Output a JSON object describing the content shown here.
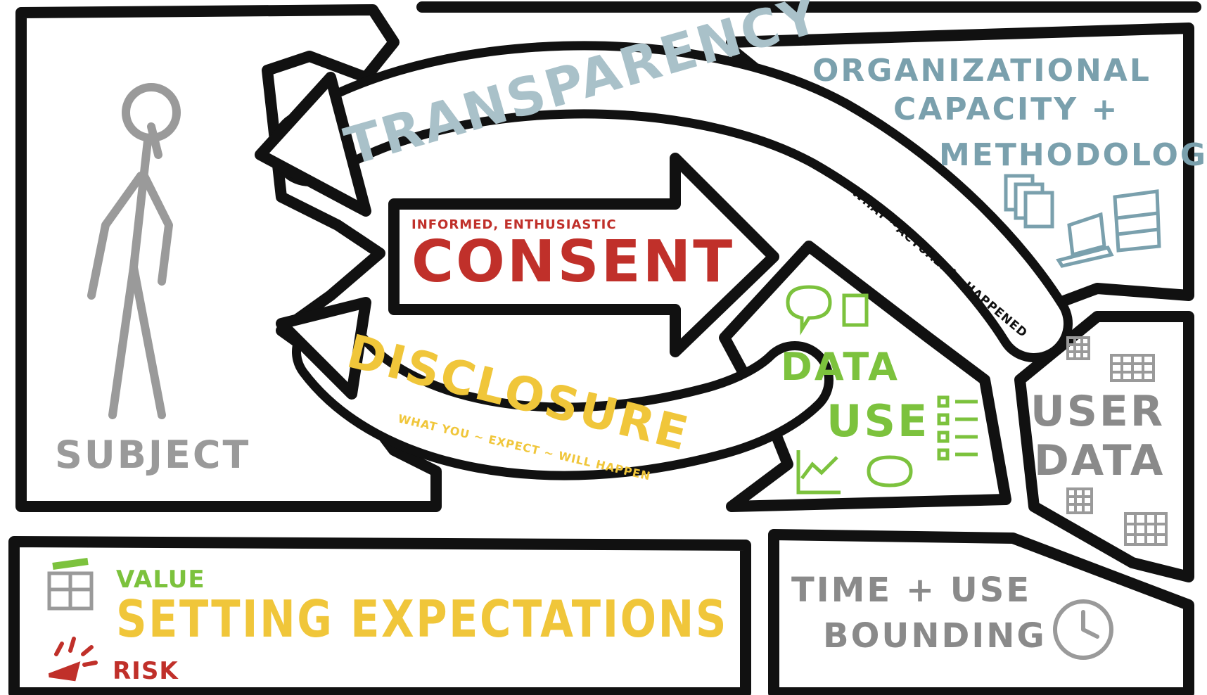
{
  "colors": {
    "ink": "#111111",
    "grey": "#9a9a9a",
    "teal": "#7aa0ad",
    "red": "#c0302a",
    "yellow": "#f0c63a",
    "green": "#7cc23d"
  },
  "labels": {
    "subject": "SUBJECT",
    "transparency": "TRANSPARENCY",
    "transparency_note": "WHAT ~ACTUALLY~ HAPPENED",
    "consent_prefix": "INFORMED, ENTHUSIASTIC",
    "consent": "CONSENT",
    "disclosure": "DISCLOSURE",
    "disclosure_note": "WHAT YOU ~ EXPECT ~ WILL HAPPEN",
    "org_line1": "ORGANIZATIONAL",
    "org_line2": "CAPACITY +",
    "org_line3": "METHODOLOGY",
    "data_use_line1": "DATA",
    "data_use_line2": "USE",
    "user_data_line1": "USER",
    "user_data_line2": "DATA",
    "value": "VALUE",
    "setting_expectations": "SETTING EXPECTATIONS",
    "risk": "RISK",
    "time_line1": "TIME + USE",
    "time_line2": "BOUNDING"
  },
  "icons": [
    "stick-figure-icon",
    "document-stack-icon",
    "laptop-icon",
    "shelf-icon",
    "speech-bubble-icon",
    "checklist-icon",
    "line-chart-icon",
    "table-grid-icon",
    "gift-icon",
    "warning-burst-icon",
    "clock-icon"
  ]
}
